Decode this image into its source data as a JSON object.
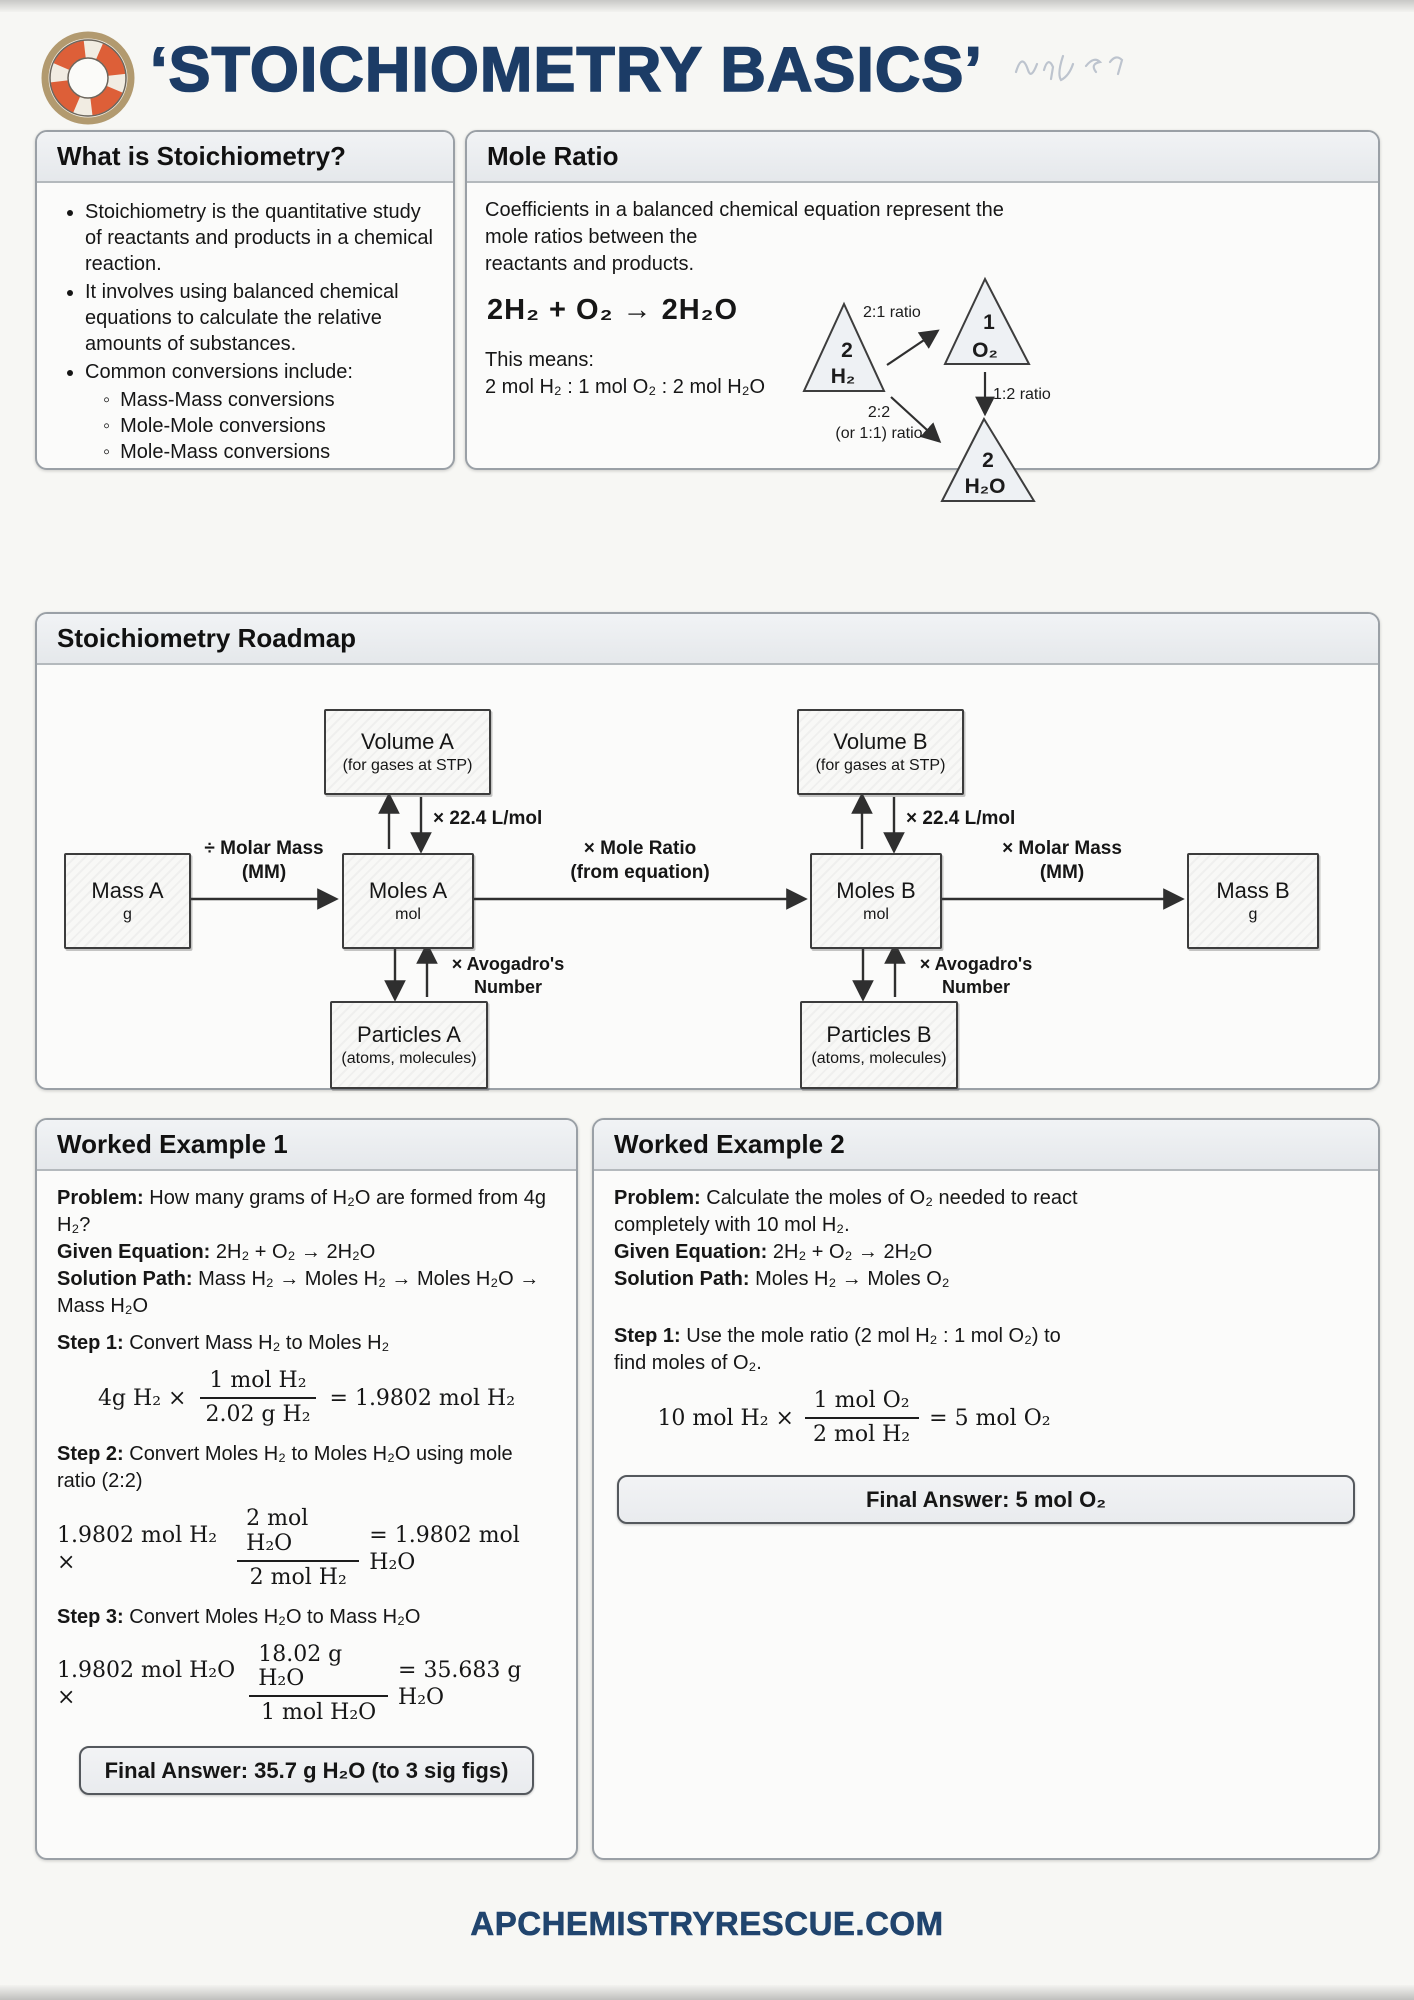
{
  "header": {
    "title": "‘STOICHIOMETRY BASICS’",
    "logo_icon": "lifebuoy-icon",
    "scribble_icon": "handwriting-scribble"
  },
  "what_box": {
    "title": "What is Stoichiometry?",
    "bullets": [
      "Stoichiometry is the quantitative study of reactants and products in a chemical reaction.",
      "It involves using balanced chemical equations to calculate the relative amounts of substances.",
      "Common conversions include:"
    ],
    "sub_bullets": [
      "Mass-Mass conversions",
      "Mole-Mole conversions",
      "Mole-Mass conversions"
    ]
  },
  "mole_ratio_box": {
    "title": "Mole Ratio",
    "intro": "Coefficients in a balanced chemical equation represent the\nmole ratios between the\nreactants and products.",
    "equation": "2H₂ + O₂ → 2H₂O",
    "this_means": "This means:",
    "ratio_line": "2 mol H₂ : 1 mol O₂ : 2 mol H₂O",
    "diagram": {
      "h2_coeff": "2",
      "h2_formula": "H₂",
      "o2_coeff": "1",
      "o2_formula": "O₂",
      "h2o_coeff": "2",
      "h2o_formula": "H₂O",
      "ratio_h2_o2": "2:1 ratio",
      "ratio_o2_h2o": "1:2 ratio",
      "ratio_h2_h2o_line1": "2:2",
      "ratio_h2_h2o_line2": "(or 1:1) ratio"
    }
  },
  "roadmap": {
    "title": "Stoichiometry Roadmap",
    "nodes": {
      "volume_a": {
        "main": "Volume A",
        "sub": "(for gases at STP)"
      },
      "volume_b": {
        "main": "Volume B",
        "sub": "(for gases at STP)"
      },
      "mass_a": {
        "main": "Mass A",
        "sub": "g"
      },
      "moles_a": {
        "main": "Moles A",
        "sub": "mol"
      },
      "moles_b": {
        "main": "Moles B",
        "sub": "mol"
      },
      "mass_b": {
        "main": "Mass B",
        "sub": "g"
      },
      "particles_a": {
        "main": "Particles A",
        "sub": "(atoms, molecules)"
      },
      "particles_b": {
        "main": "Particles B",
        "sub": "(atoms, molecules)"
      }
    },
    "labels": {
      "stp_a": "× 22.4 L/mol",
      "stp_b": "× 22.4 L/mol",
      "divide_mm": "÷ Molar Mass\n(MM)",
      "mole_ratio": "× Mole Ratio\n(from equation)",
      "times_mm": "× Molar Mass\n(MM)",
      "avogadro_a": "× Avogadro's\nNumber",
      "avogadro_b": "× Avogadro's\nNumber"
    }
  },
  "example1": {
    "title": "Worked Example 1",
    "problem_label": "Problem:",
    "problem_text": " How many grams of H₂O are formed from 4g H₂?",
    "given_label": "Given Equation:",
    "given_text": " 2H₂ + O₂ → 2H₂O",
    "path_label": "Solution Path:",
    "path_text": " Mass H₂ → Moles H₂ → Moles H₂O → Mass H₂O",
    "step1_label": "Step 1:",
    "step1_text": " Convert Mass H₂ to Moles H₂",
    "eq1": {
      "lead": "4g H₂ ×",
      "num": "1 mol H₂",
      "den": "2.02 g H₂",
      "result": "= 1.9802 mol H₂"
    },
    "step2_label": "Step 2:",
    "step2_text": " Convert Moles H₂ to Moles H₂O using mole ratio (2:2)",
    "eq2": {
      "lead": "1.9802 mol H₂ ×",
      "num": "2 mol H₂O",
      "den": "2 mol H₂",
      "result": "= 1.9802 mol H₂O"
    },
    "step3_label": "Step 3:",
    "step3_text": " Convert Moles H₂O to Mass H₂O",
    "eq3": {
      "lead": "1.9802 mol H₂O ×",
      "num": "18.02 g H₂O",
      "den": "1 mol H₂O",
      "result": "= 35.683 g H₂O"
    },
    "final_answer": "Final Answer: 35.7 g H₂O (to 3 sig figs)"
  },
  "example2": {
    "title": "Worked Example 2",
    "problem_label": "Problem:",
    "problem_text": " Calculate the moles of O₂ needed to react completely with 10 mol H₂.",
    "given_label": "Given Equation:",
    "given_text": " 2H₂ + O₂ → 2H₂O",
    "path_label": "Solution Path:",
    "path_text": " Moles H₂ → Moles O₂",
    "step1_label": "Step 1:",
    "step1_text": " Use the mole ratio (2 mol H₂ : 1 mol O₂) to find moles of O₂.",
    "eq1": {
      "lead": "10 mol H₂ ×",
      "num": "1 mol O₂",
      "den": "2 mol H₂",
      "result": "= 5 mol O₂"
    },
    "final_answer": "Final Answer: 5 mol O₂"
  },
  "footer": {
    "site": "APCHEMISTRYRESCUE.COM"
  }
}
